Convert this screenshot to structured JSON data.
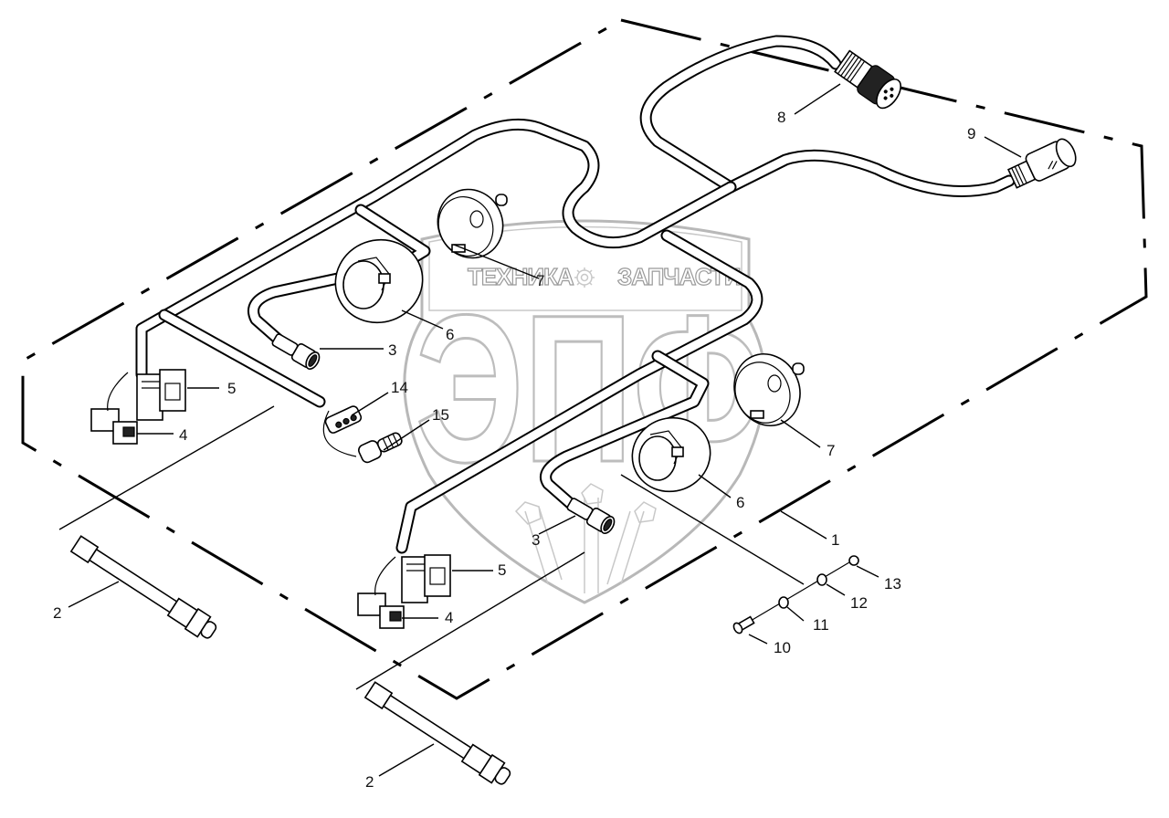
{
  "diagram": {
    "type": "exploded parts diagram",
    "subject": "wiring harness with lamps, connectors and sensors",
    "watermark": {
      "left_text": "ТЕХНИКА",
      "right_text": "ЗАПЧАСТИ",
      "logo_text": "ЭПФ",
      "color": "#b8b8b8"
    },
    "line_color": "#000000",
    "background": "#ffffff",
    "callouts": [
      {
        "id": "c1",
        "label": "1",
        "part": "wiring harness"
      },
      {
        "id": "c2a",
        "label": "2",
        "part": "sensor (left)"
      },
      {
        "id": "c2b",
        "label": "2",
        "part": "sensor (bottom)"
      },
      {
        "id": "c3a",
        "label": "3",
        "part": "bulb socket (upper)"
      },
      {
        "id": "c3b",
        "label": "3",
        "part": "bulb socket (lower)"
      },
      {
        "id": "c4a",
        "label": "4",
        "part": "connector plug (upper)"
      },
      {
        "id": "c4b",
        "label": "4",
        "part": "connector plug (lower)"
      },
      {
        "id": "c5a",
        "label": "5",
        "part": "connector housing (upper)"
      },
      {
        "id": "c5b",
        "label": "5",
        "part": "connector housing (lower)"
      },
      {
        "id": "c6a",
        "label": "6",
        "part": "lamp (upper)"
      },
      {
        "id": "c6b",
        "label": "6",
        "part": "lamp (lower)"
      },
      {
        "id": "c7a",
        "label": "7",
        "part": "lamp housing (upper)"
      },
      {
        "id": "c7b",
        "label": "7",
        "part": "lamp housing (lower)"
      },
      {
        "id": "c8",
        "label": "8",
        "part": "round multi-pin connector"
      },
      {
        "id": "c9",
        "label": "9",
        "part": "angled plug connector"
      },
      {
        "id": "c10",
        "label": "10",
        "part": "bolt"
      },
      {
        "id": "c11",
        "label": "11",
        "part": "washer"
      },
      {
        "id": "c12",
        "label": "12",
        "part": "washer"
      },
      {
        "id": "c13",
        "label": "13",
        "part": "nut"
      },
      {
        "id": "c14",
        "label": "14",
        "part": "3-pin connector socket"
      },
      {
        "id": "c15",
        "label": "15",
        "part": "3-pin connector plug"
      }
    ]
  }
}
